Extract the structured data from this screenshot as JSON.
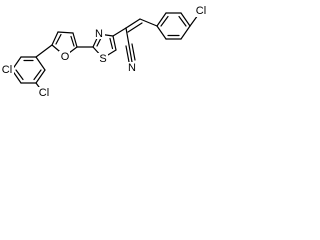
{
  "structure": {
    "atom_labels": {
      "cl_top_right": "Cl",
      "cl_ortho": "Cl",
      "cl_para_left": "Cl",
      "furan_oxygen": "O",
      "thiazole_nitrogen": "N",
      "thiazole_sulfur": "S",
      "nitrile_nitrogen": "N"
    }
  }
}
